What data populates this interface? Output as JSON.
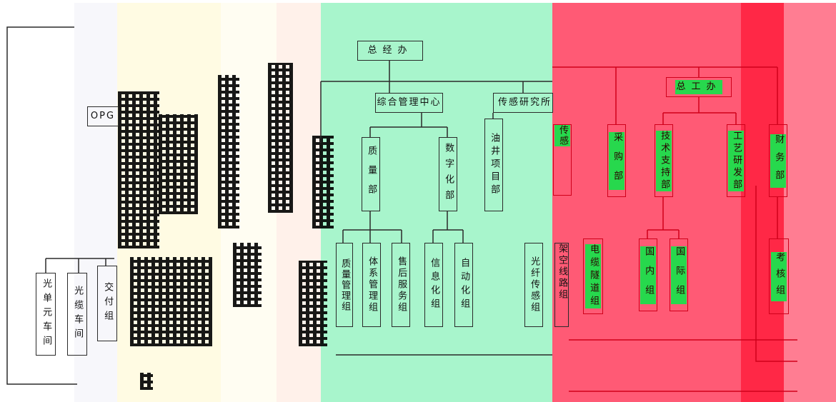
{
  "colors": {
    "green_panel": "#a8f5cc",
    "red_panel": "#ff5a75",
    "red_band": "#ff2846",
    "pink_band": "#ff7d92",
    "cream_band": "#fffbe3"
  },
  "left": {
    "opg": "OPG",
    "units": [
      "光单元车间",
      "光缆车间",
      "交付组"
    ]
  },
  "center": {
    "root": "总经办",
    "mgmt_center": "综合管理中心",
    "sensor_institute": "传感研究所",
    "depts": [
      "质量部",
      "数字化部",
      "油井项目部"
    ],
    "groups": [
      "质量管理组",
      "体系管理组",
      "售后服务组",
      "信息化组",
      "自动化组",
      "光纤传感组",
      "架空线路组"
    ]
  },
  "right": {
    "chief_eng": "总工办",
    "depts": [
      "采购部",
      "技术支持部",
      "工艺研发部",
      "财务部"
    ],
    "partial_dept": "传感",
    "groups": [
      "电缆隧道组",
      "国内组",
      "国际组",
      "考核组"
    ]
  }
}
